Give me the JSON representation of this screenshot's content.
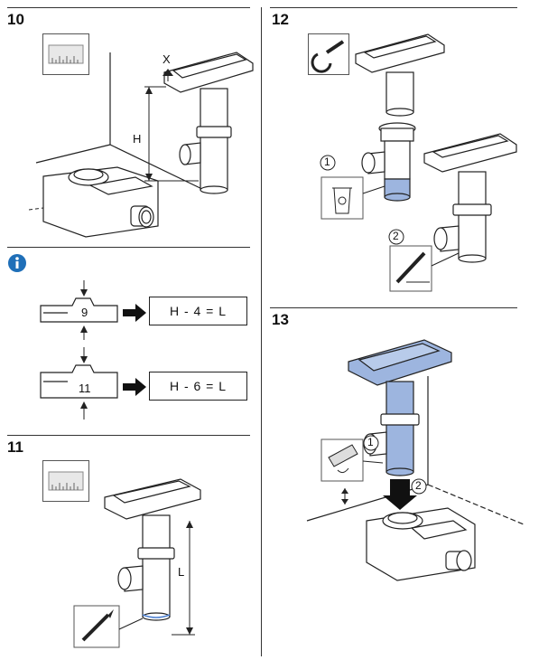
{
  "steps": {
    "s10": {
      "number": "10",
      "label_x": "X",
      "label_h": "H"
    },
    "s11": {
      "number": "11",
      "label_l": "L"
    },
    "s12": {
      "number": "12",
      "callout1": "1",
      "callout2": "2"
    },
    "s13": {
      "number": "13",
      "callout1": "1",
      "callout2": "2"
    }
  },
  "info": {
    "icon": "info-icon",
    "row1": {
      "value": "9",
      "formula": "H - 4 = L"
    },
    "row2": {
      "value": "11",
      "formula": "H - 6 = L"
    }
  },
  "colors": {
    "highlight_blue": "#9db5df",
    "line": "#222222"
  }
}
